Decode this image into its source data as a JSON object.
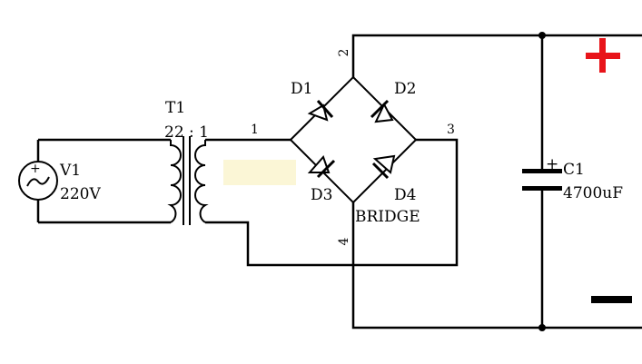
{
  "components": {
    "source": {
      "ref": "V1",
      "value": "220V"
    },
    "transformer": {
      "ref": "T1",
      "ratio": "22 : 1"
    },
    "bridge": {
      "label": "BRIDGE",
      "diodes": [
        "D1",
        "D2",
        "D3",
        "D4"
      ],
      "nodes": [
        "1",
        "2",
        "3",
        "4"
      ]
    },
    "capacitor": {
      "ref": "C1",
      "value": "4700uF",
      "polarity_mark": "+"
    }
  },
  "output": {
    "plus_symbol": "+",
    "minus_symbol": "—"
  },
  "colors": {
    "wire": "#000000",
    "polarity": "#e8141a",
    "highlight": "#fbf6d6",
    "background": "#ffffff"
  }
}
